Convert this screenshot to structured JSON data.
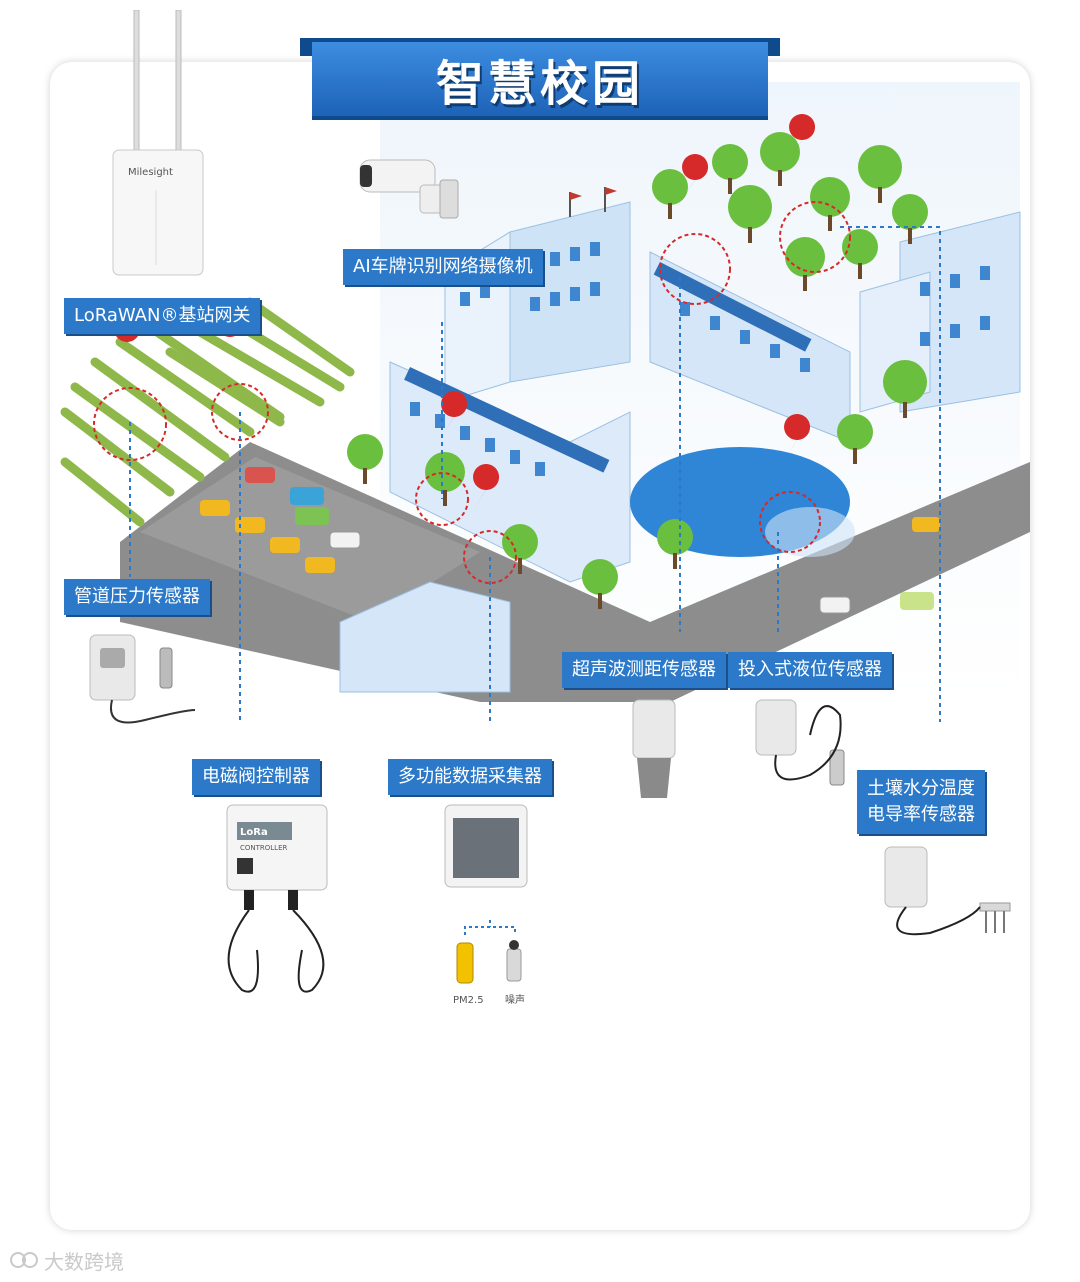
{
  "title": "智慧校园",
  "labels": {
    "gateway": "LoRaWAN®基站网关",
    "camera": "AI车牌识别网络摄像机",
    "pipe": "管道压力传感器",
    "valve": "电磁阀控制器",
    "collector": "多功能数据采集器",
    "ultrasonic": "超声波测距传感器",
    "level": "投入式液位传感器",
    "soil_line1": "土壤水分温度",
    "soil_line2": "电导率传感器"
  },
  "device_text": {
    "gateway_brand": "Milesight",
    "controller_title1": "LoRa",
    "controller_title2": "CONTROLLER",
    "pm25": "PM2.5",
    "noise": "噪声"
  },
  "watermark": "大数跨境",
  "colors": {
    "banner": "#2b79c8",
    "label": "#2b79c8",
    "pin": "#d62a2a",
    "building": "#d8e9f8",
    "road": "#8a8a8a"
  }
}
